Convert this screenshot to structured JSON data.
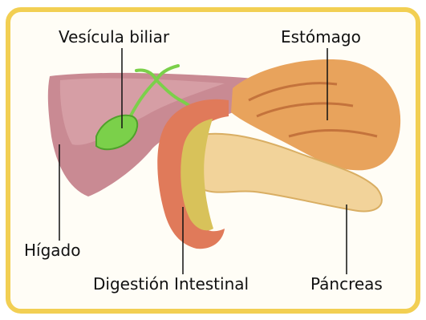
{
  "labels": {
    "vesicula": "Vesícula biliar",
    "estomago": "Estómago",
    "higado": "Hígado",
    "digestion": "Digestión Intestinal",
    "pancreas": "Páncreas"
  },
  "colors": {
    "frame_border": "#F2CF53",
    "frame_fill": "#FFFDF6",
    "liver": "#C98A93",
    "gallbladder": "#7BD04A",
    "stomach": "#E8A35C",
    "pancreas": "#F2D39A",
    "intestine_wall": "#E07A5A",
    "intestine_content": "#D8C25A"
  }
}
